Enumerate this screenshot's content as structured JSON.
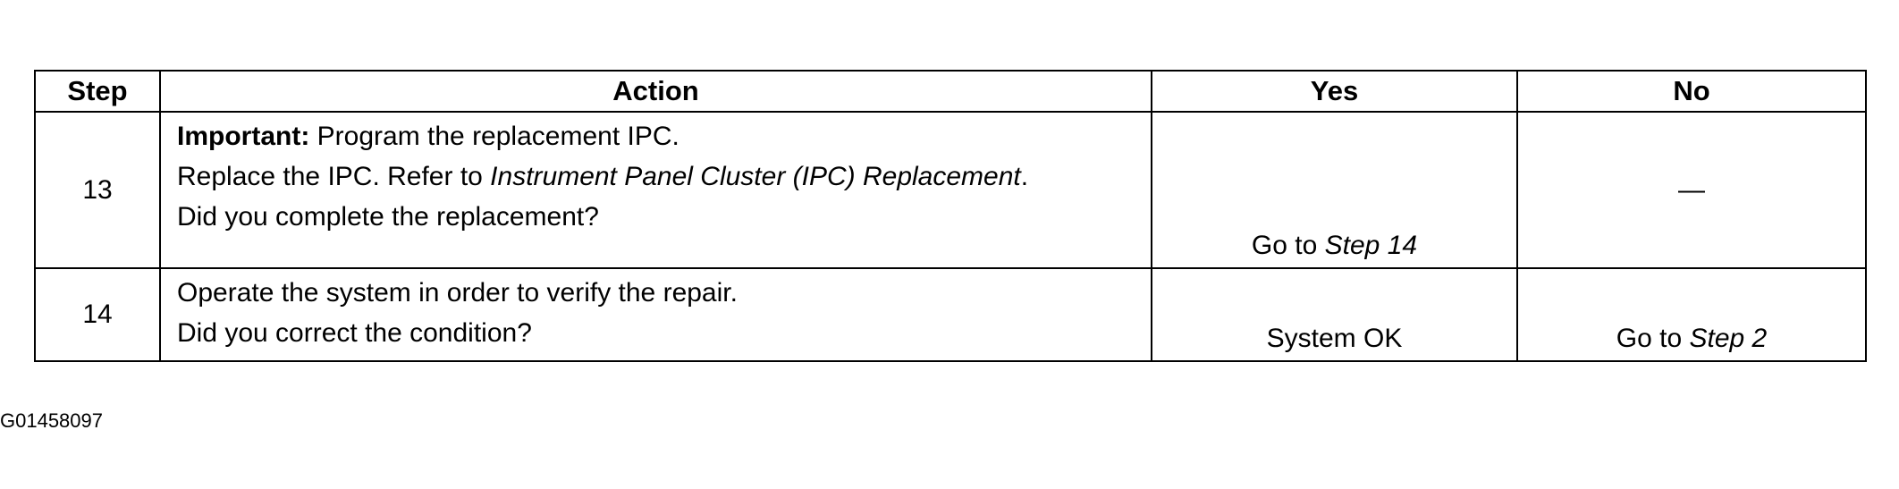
{
  "table": {
    "headers": {
      "step": "Step",
      "action": "Action",
      "yes": "Yes",
      "no": "No"
    },
    "rows": [
      {
        "step": "13",
        "important_label": "Important:",
        "important_text": " Program the replacement IPC.",
        "replace_prefix": "Replace the IPC. Refer to ",
        "replace_link": "Instrument Panel Cluster (IPC) Replacement",
        "replace_suffix": ".",
        "question": "Did you complete the replacement?",
        "yes_prefix": "Go to ",
        "yes_link": "Step 14",
        "no": "—"
      },
      {
        "step": "14",
        "action_line": "Operate the system in order to verify the repair.",
        "question": "Did you correct the condition?",
        "yes": "System OK",
        "no_prefix": "Go to ",
        "no_link": "Step 2"
      }
    ]
  },
  "caption": "G01458097"
}
